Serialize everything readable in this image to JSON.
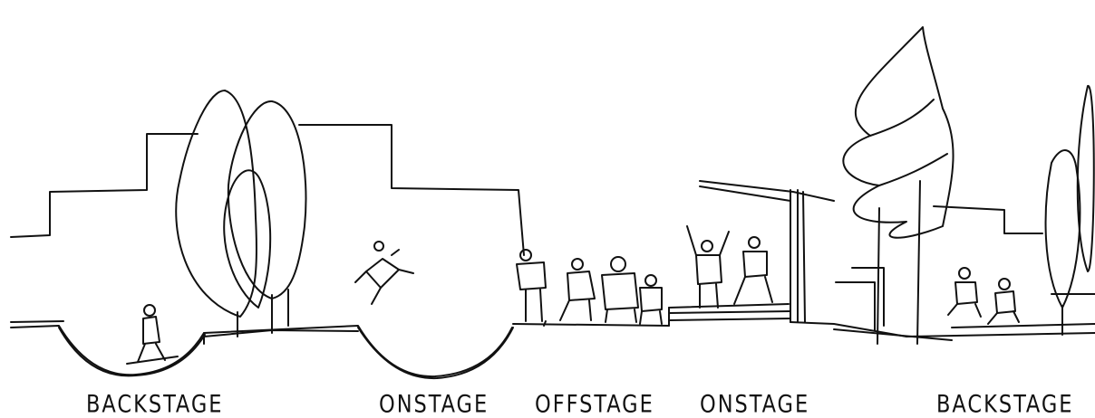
{
  "labels": [
    "BACKSTAGE",
    "ONSTAGE",
    "OFFSTAGE",
    "ONSTAGE",
    "BACKSTAGE"
  ],
  "colors": {
    "ink": "#111111",
    "paper": "#ffffff"
  }
}
